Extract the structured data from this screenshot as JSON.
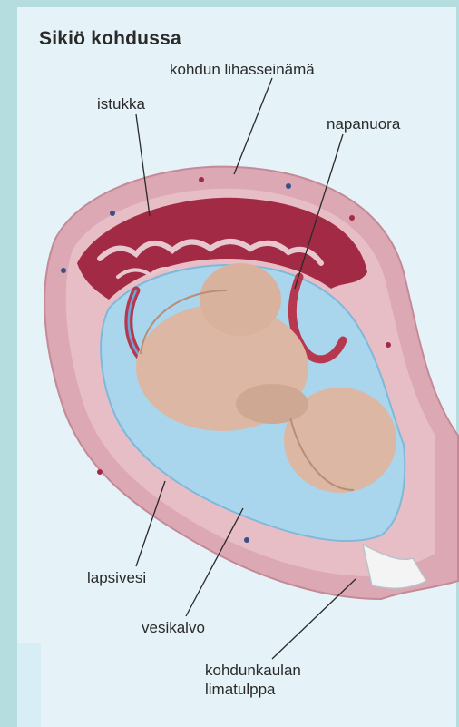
{
  "title": "Sikiö kohdussa",
  "labels": {
    "uterine_wall": "kohdun lihasseinämä",
    "placenta": "istukka",
    "umbilical_cord": "napanuora",
    "amniotic_fluid": "lapsivesi",
    "amniotic_membrane": "vesikalvo",
    "mucus_plug_line1": "kohdunkaulan",
    "mucus_plug_line2": "limatulppa"
  },
  "colors": {
    "background": "#b5dde0",
    "panel": "#e5f3f8",
    "uterine_wall": "#dba8b3",
    "placenta": "#a32a45",
    "amniotic_fluid": "#a9d6ec",
    "fetus": "#dcb7a3",
    "text": "#2a2a2a"
  }
}
